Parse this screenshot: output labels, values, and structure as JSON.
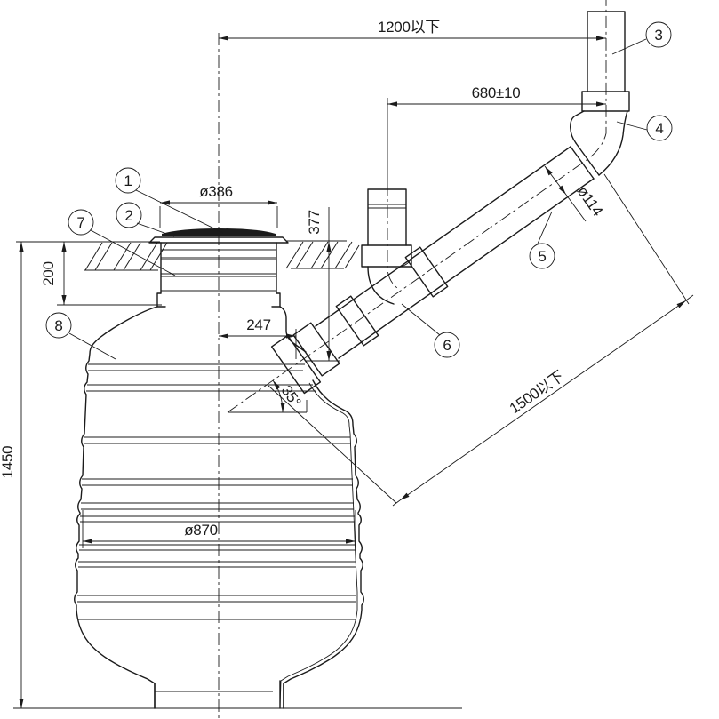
{
  "drawing": {
    "labels": {
      "dim_1200": "1200以下",
      "dim_680": "680±10",
      "dim_386": "ø386",
      "dim_377": "377",
      "dim_200": "200",
      "dim_247": "247",
      "dim_114": "ø114",
      "dim_1500": "1500以下",
      "dim_35": "35°",
      "dim_870": "ø870",
      "dim_1450": "1450"
    },
    "balloons": [
      "1",
      "2",
      "3",
      "4",
      "5",
      "6",
      "7",
      "8"
    ],
    "colors": {
      "line": "#1b1b1b",
      "background": "#ffffff"
    }
  }
}
